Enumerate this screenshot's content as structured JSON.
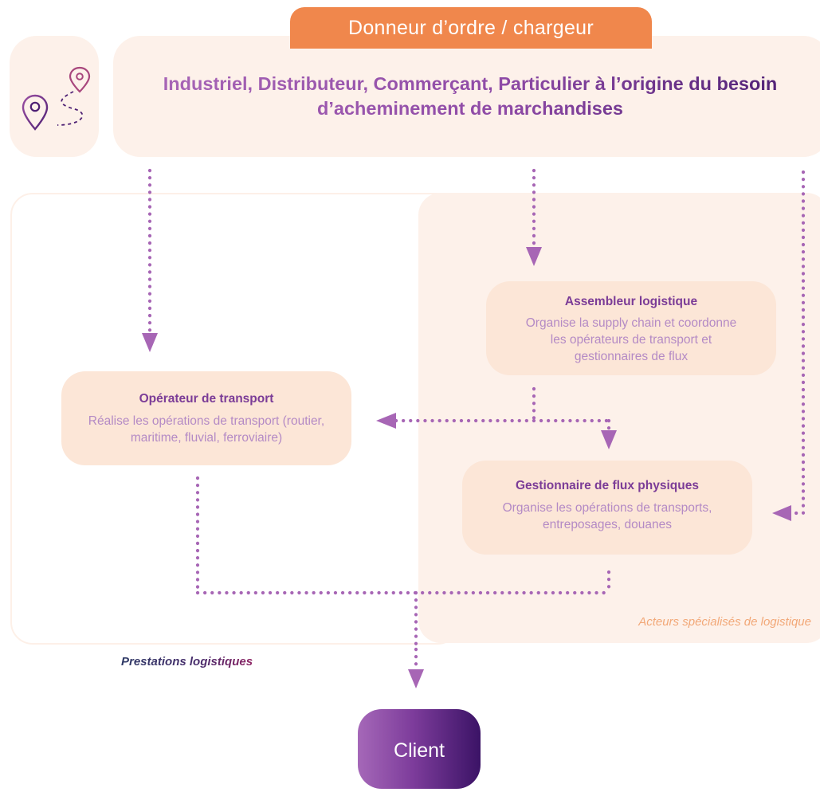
{
  "header": {
    "tab_label": "Donneur d’ordre / chargeur",
    "description": "Industriel, Distributeur, Commerçant, Particulier à l’origine du besoin d’acheminement de marchandises",
    "icon": "map-route-icon"
  },
  "nodes": {
    "operateur_transport": {
      "title": "Opérateur de transport",
      "description": "Réalise les opérations de transport (routier, maritime, fluvial, ferroviaire)"
    },
    "assembleur_logistique": {
      "title": "Assembleur logistique",
      "description": "Organise la supply chain et coordonne les opérateurs de transport et gestionnaires de flux"
    },
    "gestionnaire_flux": {
      "title": "Gestionnaire de flux physiques",
      "description": "Organise les opérations de transports, entreposages, douanes"
    }
  },
  "groups": {
    "specialized_label": "Acteurs spécialisés de logistique",
    "services_label": "Prestations logistiques"
  },
  "client": {
    "label": "Client"
  },
  "colors": {
    "accent_orange": "#f0874c",
    "light_peach": "#fdf1ea",
    "node_fill": "#fce6d7",
    "arrow_purple": "#a766b5",
    "dark_purple": "#4d1f73"
  }
}
